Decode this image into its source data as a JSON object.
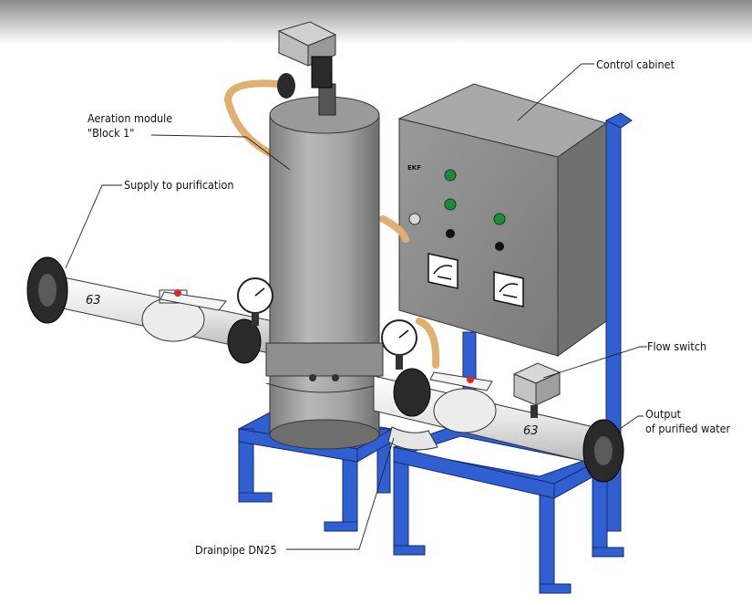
{
  "labels": {
    "control_cabinet": "Control cabinet",
    "aeration_module_line1": "Aeration module",
    "aeration_module_line2": "\"Block 1\"",
    "supply": "Supply to purification",
    "flow_switch": "Flow switch",
    "output_line1": "Output",
    "output_line2": "of purified water",
    "drainpipe": "Drainpipe DN25"
  },
  "pipe_markings": {
    "left": "63",
    "right": "63"
  },
  "cabinet_brand": "EKF",
  "colors": {
    "frame_blue": "#2f5fd0",
    "cabinet_gray": "#8c8c8c",
    "tank_gray": "#a6a6a6",
    "indicator_green": "#1f8a3a",
    "valve_handle_red": "#d92b2b",
    "hose_orange": "#e0b070"
  }
}
